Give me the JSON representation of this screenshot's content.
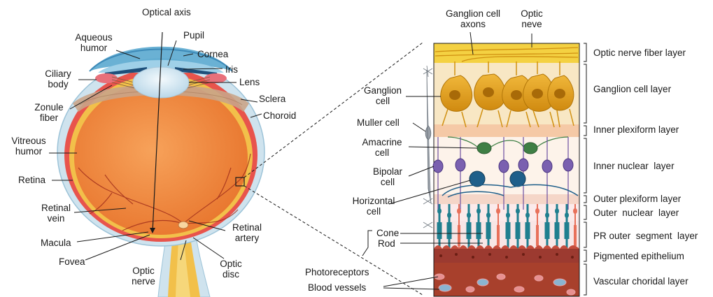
{
  "eye": {
    "optical_axis": "Optical axis",
    "aqueous_humor": "Aqueous humor",
    "pupil": "Pupil",
    "cornea": "Cornea",
    "iris": "Iris",
    "ciliary_body": "Ciliary body",
    "lens": "Lens",
    "sclera": "Sclera",
    "zonule_fiber": "Zonule fiber",
    "choroid": "Choroid",
    "vitreous_humor": "Vitreous humor",
    "retina": "Retina",
    "retinal_vein": "Retinal vein",
    "macula": "Macula",
    "fovea": "Fovea",
    "optic_nerve": "Optic nerve",
    "retinal_artery": "Retinal artery",
    "optic_disc": "Optic disc"
  },
  "retina_section": {
    "top_labels": {
      "ganglion_cell_axons": "Ganglion cell axons",
      "optic_neve": "Optic neve"
    },
    "cell_labels": {
      "ganglion_cell": "Ganglion cell",
      "muller_cell": "Muller cell",
      "amacrine_cell": "Amacrine cell",
      "bipolar_cell": "Bipolar cell",
      "horizontal_cell": "Horizontal cell",
      "cone": "Cone",
      "rod": "Rod",
      "photoreceptors": "Photoreceptors",
      "blood_vessels": "Blood vessels"
    },
    "layers": [
      "Optic nerve fiber layer",
      "Ganglion cell layer",
      "Inner plexiform layer",
      "Inner nuclear  layer",
      "Outer plexiform layer",
      "Outer  nuclear  layer",
      "PR outer  segment  layer",
      "Pigmented epithelium",
      "Vascular choridal layer"
    ]
  },
  "colors": {
    "sclera": "#cfe3ee",
    "choroid": "#e8544c",
    "retina": "#f2c04a",
    "vitreous": "#f08a3c",
    "cornea": "#5aa9cf",
    "iris": "#1e4f7a",
    "lens": "#d6e8f2",
    "ganglion": "#e0a020",
    "bipolar": "#6b4fa0",
    "amacrine": "#3f7f45",
    "horizontal": "#1f5f8a",
    "photoreceptor": "#1f7f8f",
    "rod": "#e8705a",
    "vascular": "#a83a28"
  }
}
